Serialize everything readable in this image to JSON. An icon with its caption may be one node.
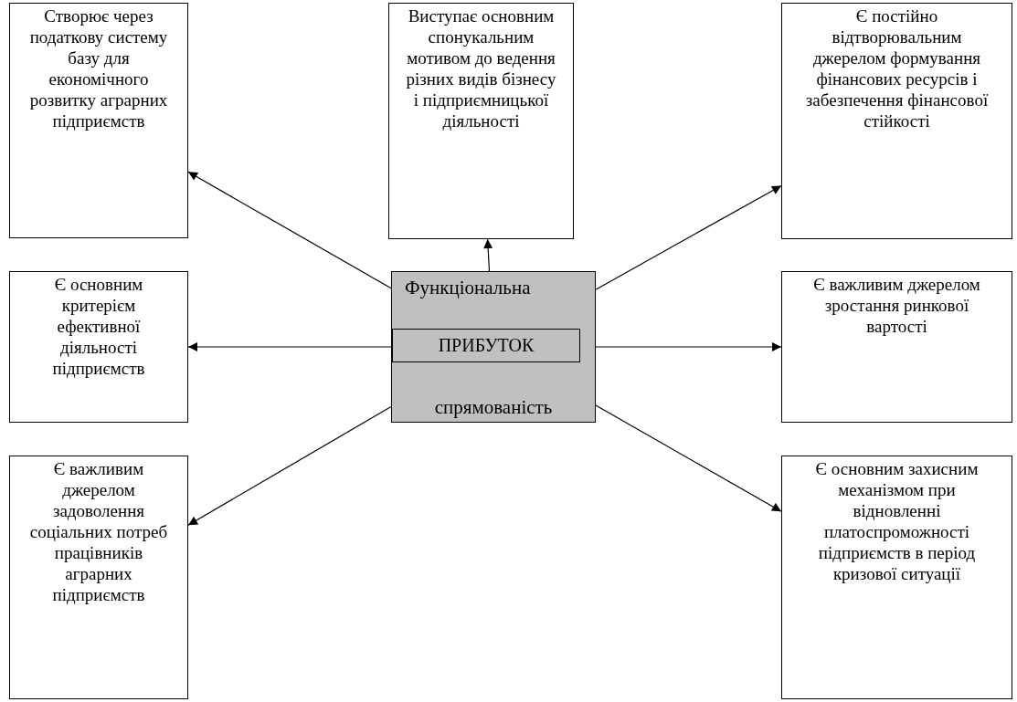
{
  "diagram": {
    "nodes": [
      {
        "text": [
          "Створює через податкову систему базу для економічного розвитку аграрних підприємств"
        ]
      },
      {
        "text": [
          "Виступає основним спонукальним мотивом до ведення різних видів бізнесу і підприємницької діяльності"
        ]
      },
      {
        "text": [
          "Є постійно відтворювальним джерелом формування фінансових ресурсів і забезпечення фінансової стійкості"
        ]
      },
      {
        "text": [
          "Є основним критерієм ефективної діяльності підприємств"
        ]
      },
      {
        "text": [
          "Функціональна",
          "спрямованість"
        ]
      },
      {
        "text": [
          "ПРИБУТОК"
        ],
        "in": 4
      },
      {
        "text": [
          "Є важливим джерелом зростання ринкової вартості"
        ]
      },
      {
        "text": [
          "Є важливим джерелом задоволення соціальних потреб працівників аграрних підприємств"
        ]
      },
      {
        "text": [
          "Є основним захисним механізмом при відновленні платоспроможності підприємств в період кризової ситуації"
        ]
      }
    ],
    "edges": [
      {
        "from": 4,
        "to": 0,
        "arrow": "to"
      },
      {
        "from": 4,
        "to": 1,
        "arrow": "to"
      },
      {
        "from": 4,
        "to": 2,
        "arrow": "to"
      },
      {
        "from": 4,
        "to": 3,
        "arrow": "to"
      },
      {
        "from": 4,
        "to": 6,
        "arrow": "to"
      },
      {
        "from": 4,
        "to": 7,
        "arrow": "to"
      },
      {
        "from": 4,
        "to": 8,
        "arrow": "to"
      }
    ]
  }
}
